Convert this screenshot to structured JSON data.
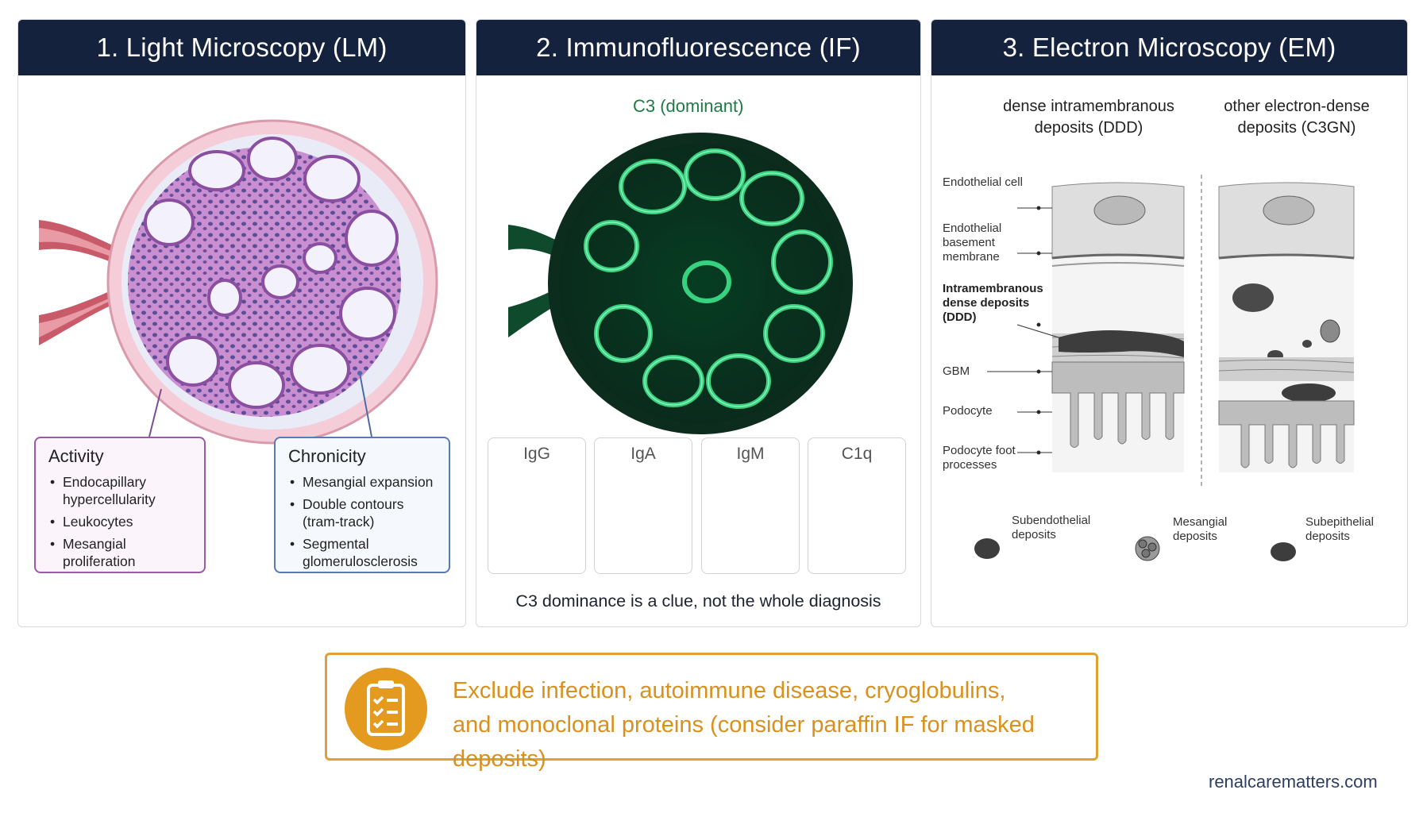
{
  "panels": {
    "lm": {
      "title": "1. Light Microscopy (LM)",
      "activity": {
        "title": "Activity",
        "items": [
          "Endocapillary hypercellularity",
          "Leukocytes",
          "Mesangial proliferation"
        ]
      },
      "chronicity": {
        "title": "Chronicity",
        "items": [
          "Mesangial expansion",
          "Double contours (tram-track)",
          "Segmental glomerulosclerosis"
        ]
      }
    },
    "if": {
      "title": "2. Immunofluorescence (IF)",
      "main_label": "C3 (dominant)",
      "small_stains": [
        "IgG",
        "IgA",
        "IgM",
        "C1q"
      ],
      "caption": "C3 dominance is a clue, not the whole diagnosis"
    },
    "em": {
      "title": "3. Electron Microscopy (EM)",
      "col1_title": "dense intramembranous deposits (DDD)",
      "col2_title": "other electron-dense deposits (C3GN)",
      "labels": [
        "Endothelial cell",
        "Endothelial basement membrane",
        "Intramembranous dense deposits (DDD)",
        "GBM",
        "Podocyte",
        "Podocyte foot processes"
      ],
      "legend": [
        "Subendothelial deposits",
        "Mesangial deposits",
        "Subepithelial deposits"
      ]
    }
  },
  "warning": {
    "line1": "Exclude infection, autoimmune disease, cryoglobulins,",
    "line2": "and monoclonal proteins (consider paraffin IF for masked deposits)",
    "icon": "clipboard-checklist-icon"
  },
  "footer": "renalcarematters.com",
  "colors": {
    "header_bg": "#14223d",
    "activity_border": "#9b5aa6",
    "chronicity_border": "#5a79b8",
    "if_green": "#1f7a45",
    "warning_orange": "#e0a033"
  }
}
